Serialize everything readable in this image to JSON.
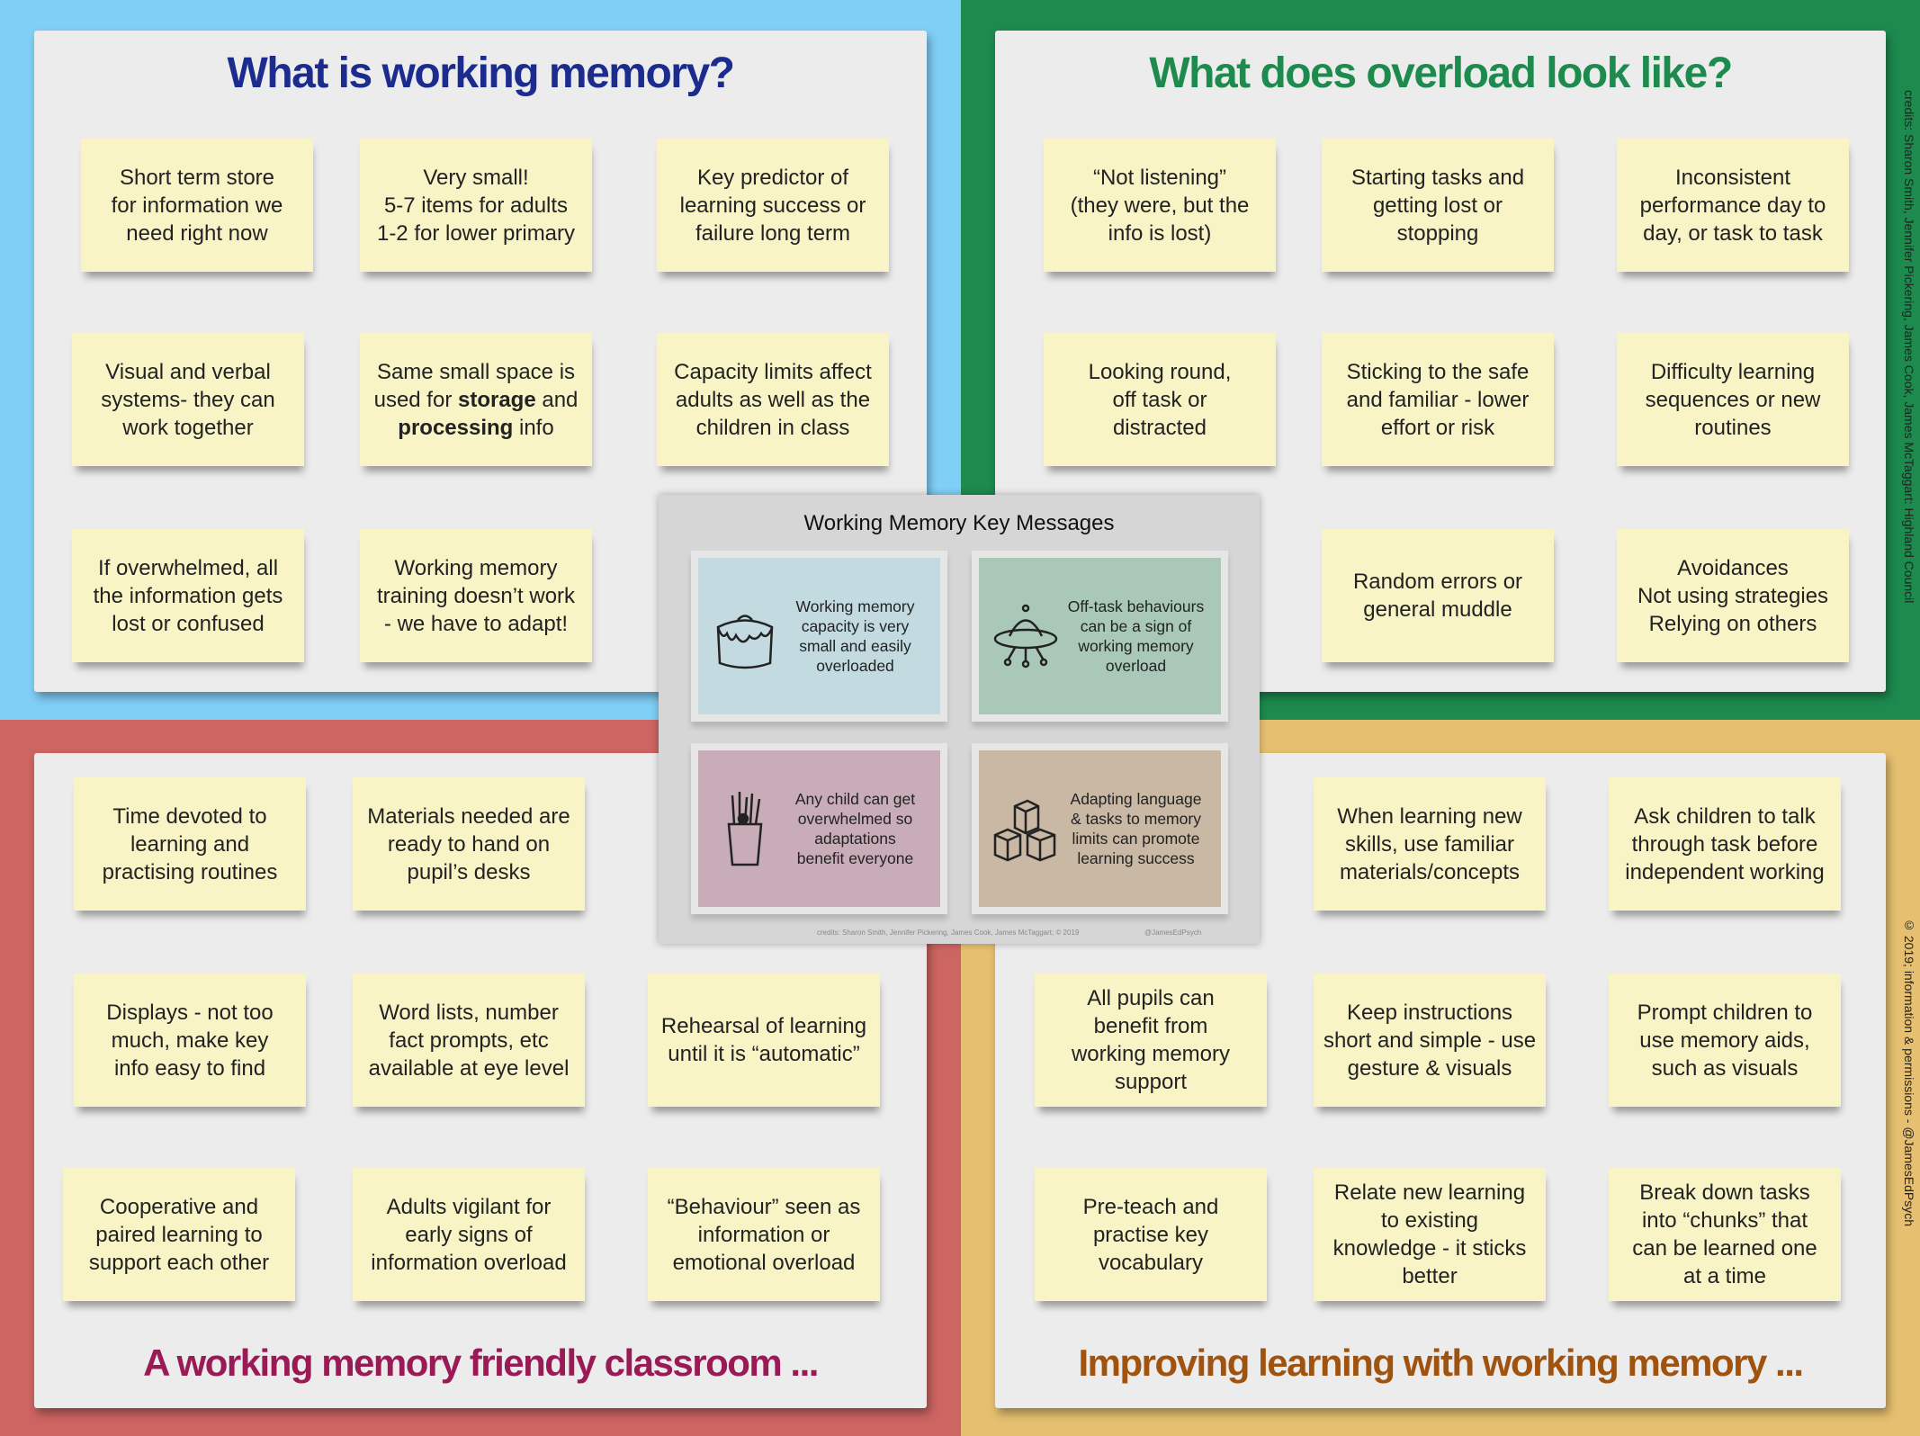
{
  "colors": {
    "blue": "#80cff7",
    "green": "#1d8a4e",
    "red": "#cd6562",
    "yellow": "#e6c070",
    "card": "#f8f4c6"
  },
  "top_left": {
    "title": "What is working memory?",
    "title_color": "#1b2c8e",
    "cards": [
      {
        "text": "Short term store\nfor information we\nneed right now"
      },
      {
        "text": "Very small!\n5-7 items for adults\n1-2 for lower primary"
      },
      {
        "text": "Key predictor of\nlearning success or\nfailure long term"
      },
      {
        "text": "Visual and verbal\nsystems- they can\nwork together"
      },
      {
        "parts": [
          "Same small space is\nused for ",
          "storage",
          " and\n",
          "processing",
          " info"
        ]
      },
      {
        "text": "Capacity limits affect\nadults as well as the\nchildren in class"
      },
      {
        "text": "If overwhelmed, all\nthe information gets\nlost or confused"
      },
      {
        "text": "Working memory\ntraining doesn’t work\n- we have to adapt!"
      }
    ]
  },
  "top_right": {
    "title": "What does overload look like?",
    "title_color": "#1d8a4e",
    "cards": [
      {
        "text": "“Not listening”\n(they were, but the\ninfo is lost)"
      },
      {
        "text": "Starting tasks and\ngetting lost or\nstopping"
      },
      {
        "text": "Inconsistent\nperformance day to\nday, or task to task"
      },
      {
        "text": "Looking round,\noff task or\ndistracted"
      },
      {
        "text": "Sticking to the safe\nand familiar - lower\neffort or risk"
      },
      {
        "text": "Difficulty learning\nsequences or new\nroutines"
      },
      {
        "text": "Random errors or\ngeneral muddle"
      },
      {
        "text": "Avoidances\nNot using strategies\nRelying on others"
      }
    ]
  },
  "bottom_left": {
    "title": "A working memory friendly classroom ...",
    "title_color": "#9a1a56",
    "cards": [
      {
        "text": "Time devoted to\nlearning and\npractising routines"
      },
      {
        "text": "Materials needed are\nready to hand on\npupil’s desks"
      },
      {
        "text": "Displays - not too\nmuch, make key\ninfo easy to find"
      },
      {
        "text": "Word lists, number\nfact prompts, etc\navailable at eye level"
      },
      {
        "text": "Rehearsal of learning\nuntil it is “automatic”"
      },
      {
        "text": "Cooperative and\npaired learning to\nsupport each other"
      },
      {
        "text": "Adults vigilant for\nearly signs of\ninformation overload"
      },
      {
        "text": "“Behaviour” seen as\ninformation or\nemotional overload"
      }
    ]
  },
  "bottom_right": {
    "title": "Improving learning with working memory ...",
    "title_color": "#a0520f",
    "cards": [
      {
        "text": "When learning new\nskills, use familiar\nmaterials/concepts"
      },
      {
        "text": "Ask children to talk\nthrough task before\nindependent working"
      },
      {
        "text": "All pupils can\nbenefit from\nworking memory\nsupport"
      },
      {
        "text": "Keep instructions\nshort and simple - use\ngesture & visuals"
      },
      {
        "text": "Prompt children to\nuse memory aids,\nsuch as visuals"
      },
      {
        "text": "Pre-teach and\npractise key\nvocabulary"
      },
      {
        "text": "Relate new learning\nto existing\nknowledge - it sticks\nbetter"
      },
      {
        "text": "Break down tasks\ninto “chunks” that\ncan be learned one\nat a time"
      }
    ]
  },
  "center": {
    "title": "Working Memory Key Messages",
    "messages": [
      {
        "text": "Working memory\ncapacity is very\nsmall and easily\noverloaded",
        "icon": "overflowing-pot-icon",
        "color": "#c3dbe0"
      },
      {
        "text": "Off-task behaviours\ncan be a sign of\nworking memory\noverload",
        "icon": "ufo-icon",
        "color": "#a9c8b8"
      },
      {
        "text": "Any child can get\noverwhelmed so\nadaptations\nbenefit everyone",
        "icon": "pencil-pot-icon",
        "color": "#c8adb8"
      },
      {
        "text": "Adapting language\n& tasks to memory\nlimits can promote\nlearning success",
        "icon": "blocks-icon",
        "color": "#c8b8a4"
      }
    ],
    "credits": "credits: Sharon Smith, Jennifer Pickering, James Cook, James McTaggart; © 2019",
    "handle": "@JamesEdPsych"
  },
  "side_credits": "credits: Sharon Smith, Jennifer Pickering, James Cook, James McTaggart: Highland Council",
  "side_copyright": "© 2019; information & permissions - @JamesEdPsych"
}
